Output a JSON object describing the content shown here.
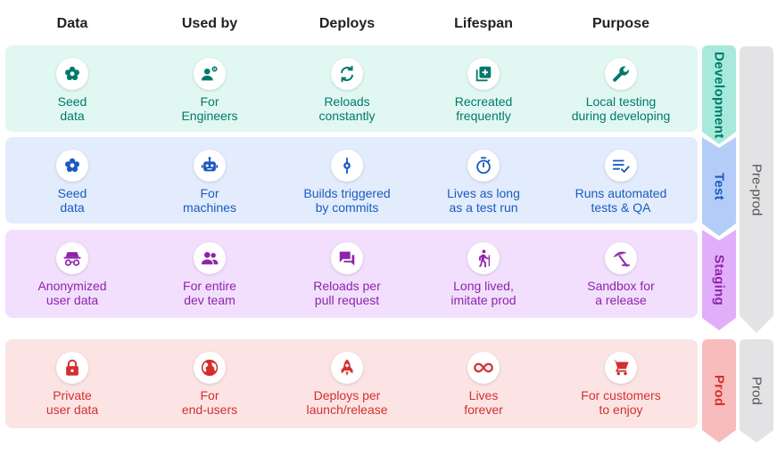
{
  "headers": [
    "Data",
    "Used by",
    "Deploys",
    "Lifespan",
    "Purpose"
  ],
  "rows": [
    {
      "stage": "Development",
      "colors": {
        "bg": "#e1f7f1",
        "text": "#00796b",
        "band": "#a7eadb"
      },
      "cells": [
        {
          "icon": "flower-icon",
          "text": "Seed\ndata"
        },
        {
          "icon": "engineer-icon",
          "text": "For\nEngineers"
        },
        {
          "icon": "sync-icon",
          "text": "Reloads\nconstantly"
        },
        {
          "icon": "add-box-icon",
          "text": "Recreated\nfrequently"
        },
        {
          "icon": "wrench-icon",
          "text": "Local testing\nduring developing"
        }
      ]
    },
    {
      "stage": "Test",
      "colors": {
        "bg": "#e3ecfc",
        "text": "#1a5bbf",
        "band": "#b4cdf8"
      },
      "cells": [
        {
          "icon": "flower-icon",
          "text": "Seed\ndata"
        },
        {
          "icon": "robot-icon",
          "text": "For\nmachines"
        },
        {
          "icon": "commit-icon",
          "text": "Builds triggered\nby commits"
        },
        {
          "icon": "timer-icon",
          "text": "Lives as long\nas a test run"
        },
        {
          "icon": "checklist-icon",
          "text": "Runs automated\ntests & QA"
        }
      ]
    },
    {
      "stage": "Staging",
      "colors": {
        "bg": "#f2dffd",
        "text": "#8e24aa",
        "band": "#e1affa"
      },
      "cells": [
        {
          "icon": "incognito-icon",
          "text": "Anonymized\nuser data"
        },
        {
          "icon": "group-icon",
          "text": "For entire\ndev team"
        },
        {
          "icon": "chat-icon",
          "text": "Reloads per\npull request"
        },
        {
          "icon": "hiker-icon",
          "text": "Long lived,\nimitate prod"
        },
        {
          "icon": "beach-umbrella-icon",
          "text": "Sandbox for\na release"
        }
      ]
    },
    {
      "stage": "Prod",
      "colors": {
        "bg": "#fce4e4",
        "text": "#d32f2f",
        "band": "#f8bcbc"
      },
      "cells": [
        {
          "icon": "lock-icon",
          "text": "Private\nuser data"
        },
        {
          "icon": "globe-icon",
          "text": "For\nend-users"
        },
        {
          "icon": "rocket-icon",
          "text": "Deploys per\nlaunch/release"
        },
        {
          "icon": "infinity-icon",
          "text": "Lives\nforever"
        },
        {
          "icon": "cart-icon",
          "text": "For customers\nto enjoy"
        }
      ]
    }
  ],
  "environments": [
    "Pre-prod",
    "Prod"
  ]
}
